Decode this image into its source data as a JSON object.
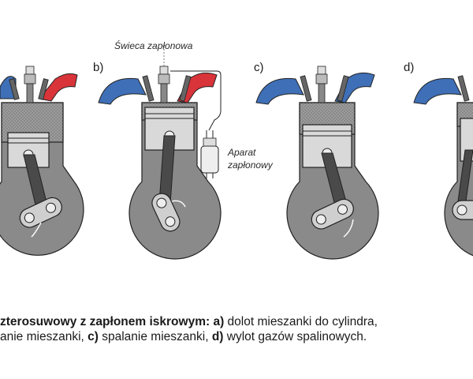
{
  "stages": [
    {
      "id": "a",
      "label": ""
    },
    {
      "id": "b",
      "label": "b)"
    },
    {
      "id": "c",
      "label": "c)"
    },
    {
      "id": "d",
      "label": "d)"
    }
  ],
  "annotations": {
    "spark_plug": "Świeca zapłonowa",
    "ignition_line1": "Aparat",
    "ignition_line2": "zapłonowy"
  },
  "caption": {
    "line1_bold": "zterosuwowy z zapłonem iskrowym: a)",
    "line1_rest": " dolot mieszanki do cylindra,",
    "line2_start": "anie mieszanki, ",
    "line2_c": "c)",
    "line2_mid": " spalanie mieszanki, ",
    "line2_d": "d)",
    "line2_end": " wylot gazów spalinowych."
  },
  "colors": {
    "intake": "#3f6fb6",
    "exhaust": "#d8343a",
    "body": "#8a8a8a",
    "mixture": "#a9a9a9",
    "piston": "#d9d9d9",
    "rod": "#4a4a4a"
  }
}
